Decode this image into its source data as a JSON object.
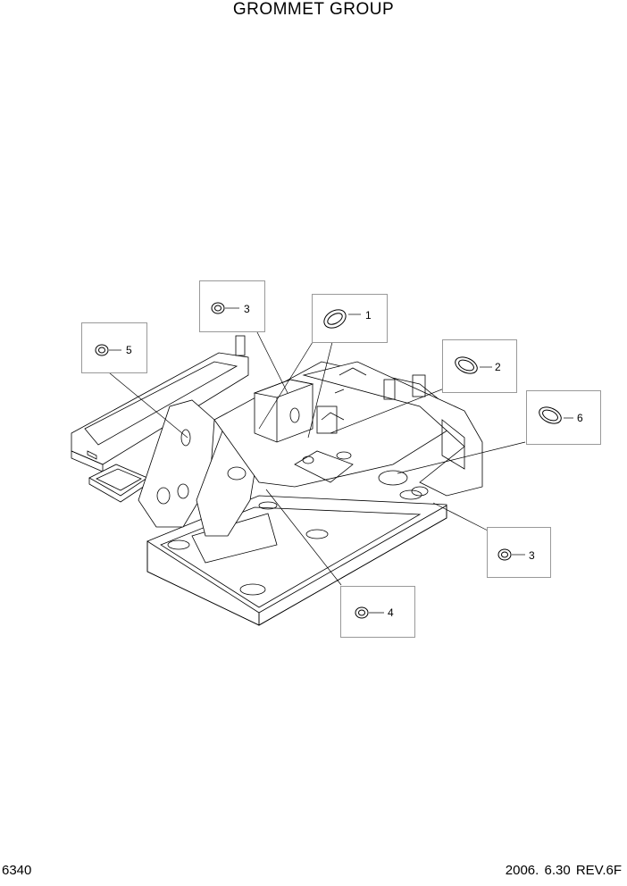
{
  "title": "GROMMET GROUP",
  "footer": {
    "page_number": "6340",
    "date_revision": "2006. 6.30  REV.6F"
  },
  "callouts": [
    {
      "id": "callout-1",
      "number": "1"
    },
    {
      "id": "callout-2",
      "number": "2"
    },
    {
      "id": "callout-3-top",
      "number": "3"
    },
    {
      "id": "callout-3-bottom",
      "number": "3"
    },
    {
      "id": "callout-4",
      "number": "4"
    },
    {
      "id": "callout-5",
      "number": "5"
    },
    {
      "id": "callout-6",
      "number": "6"
    }
  ]
}
